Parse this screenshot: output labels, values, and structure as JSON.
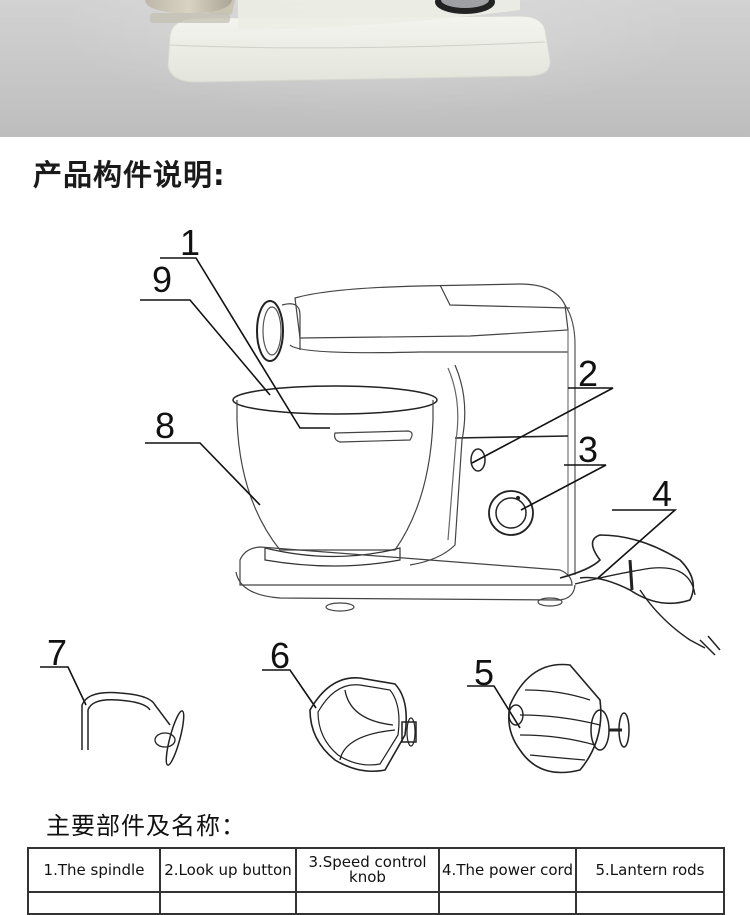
{
  "header_photo": {
    "description": "cream stand mixer base on grey background",
    "background_color": "#c8c8c8",
    "product_color": "#eceee6"
  },
  "section": {
    "title": "产品构件说明:"
  },
  "diagram": {
    "callouts": [
      {
        "number": "1"
      },
      {
        "number": "9"
      },
      {
        "number": "8"
      },
      {
        "number": "2"
      },
      {
        "number": "3"
      },
      {
        "number": "4"
      },
      {
        "number": "7"
      },
      {
        "number": "6"
      },
      {
        "number": "5"
      }
    ]
  },
  "parts_table": {
    "title": "主要部件及名称：",
    "headers": [
      "1.The spindle",
      "2.Look up button",
      "3.Speed control knob",
      "4.The power cord",
      "5.Lantern rods"
    ]
  }
}
